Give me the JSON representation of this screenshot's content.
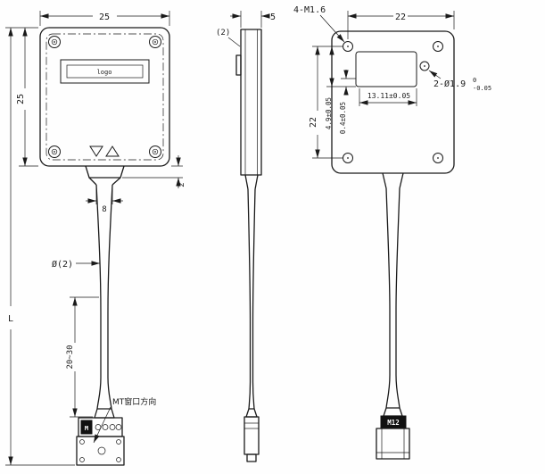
{
  "colors": {
    "ink": "#1a1a1a",
    "paper": "#ffffff"
  },
  "front_view": {
    "dim_width": "25",
    "dim_height": "25",
    "dim_length": "L",
    "dim_lip": "2",
    "dim_neck": "8",
    "dim_tube": "Ø(2)",
    "dim_flex": "20~30",
    "logo": "logo",
    "mt_note": "MT窗口方向",
    "connector_mark": "M"
  },
  "side_view": {
    "dim_ref": "(2)",
    "dim_depth": "5"
  },
  "back_view": {
    "screw_callout": "4-M1.6",
    "dim_width": "22",
    "dim_height": "22",
    "dim_a": "4.9±0.05",
    "dim_b": "0.4±0.05",
    "dim_c": "13.11±0.05",
    "hole_callout": "2-Ø1.9",
    "hole_tol_upper": "0",
    "hole_tol_lower": "-0.05",
    "connector_mark": "M12"
  }
}
